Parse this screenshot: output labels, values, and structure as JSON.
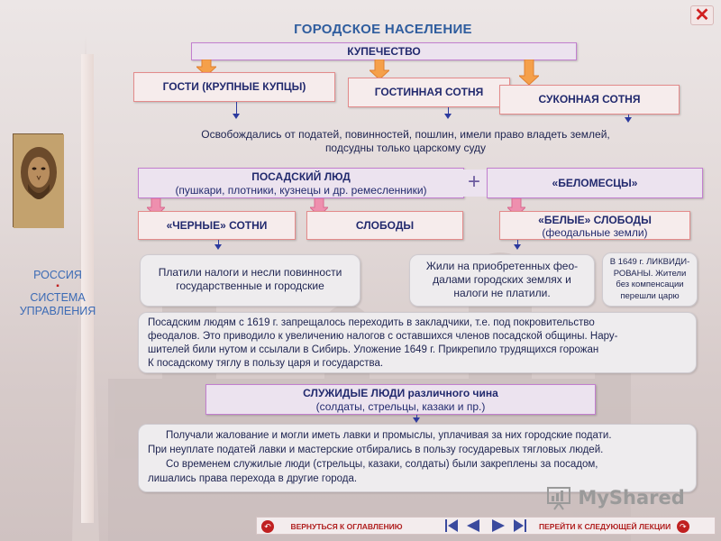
{
  "title": "ГОРОДСКОЕ НАСЕЛЕНИЕ",
  "close_label": "✕",
  "kupechestvo": "КУПЕЧЕСТВО",
  "gosti": "ГОСТИ (КРУПНЫЕ КУПЦЫ)",
  "gostinnaya": "ГОСТИННАЯ СОТНЯ",
  "sukonnaya": "СУКОННАЯ СОТНЯ",
  "merchant_privilege": {
    "line1": "Освобождались от податей, повинностей, пошлин, имели право владеть землей,",
    "line2": "подсудны только царскому суду"
  },
  "posad": {
    "title": "ПОСАДСКИЙ ЛЮД",
    "sub": "(пушкари, плотники, кузнецы и др. ремесленники)"
  },
  "plus": "+",
  "belomestsy": "«БЕЛОМЕСЦЫ»",
  "chernye": "«ЧЕРНЫЕ» СОТНИ",
  "slobody": "СЛОБОДЫ",
  "belye": {
    "title": "«БЕЛЫЕ» СЛОБОДЫ",
    "sub": "(феодальные земли)"
  },
  "paid_taxes": {
    "line1": "Платили налоги и несли повинности",
    "line2": "государственные и городские"
  },
  "lived_on": {
    "line1": "Жили на приобретенных фео-",
    "line2": "далами городских землях и",
    "line3": "налоги не платили."
  },
  "liquidated": {
    "line1": "В 1649 г. ЛИКВИДИ-",
    "line2": "РОВАНЫ. Жители",
    "line3": "без компенсации",
    "line4": "перешли царю"
  },
  "law_1619": {
    "line1": "Посадским людям  с 1619 г.  запрещалось переходить в закладчики,  т.е.   под  покровительство",
    "line2": "феодалов. Это приводило к увеличению налогов с оставшихся членов посадской общины. Нару-",
    "line3": "шителей били нутом и ссылали в Сибирь. Уложение 1649 г.  Прикрепило трудящихся горожан",
    "line4": "К посадскому тяглу в пользу царя и государства."
  },
  "sluzhilye": {
    "title": "СЛУЖИДЫЕ ЛЮДИ различного чина",
    "sub": "(солдаты, стрельцы, казаки и пр.)"
  },
  "service_people": {
    "line1": "Получали жалование и могли иметь лавки и промыслы, уплачивая за них городские подати.",
    "line2": "При неуплате податей лавки и мастерские отбирались в пользу государевых тягловых людей.",
    "line3": "Со временем  служилые люди  (стрельцы, казаки, солдаты)  были  закреплены  за посадом,",
    "line4": "лишались права перехода в другие города."
  },
  "sidebar": {
    "line1": "РОССИЯ",
    "bullet": "▪",
    "line2": "СИСТЕМА",
    "line3": "УПРАВЛЕНИЯ"
  },
  "footer": {
    "back_label": "ВЕРНУТЬСЯ К ОГЛАВЛЕНИЮ",
    "next_label": "ПЕРЕЙТИ К СЛЕДУЮЩЕЙ ЛЕКЦИИ"
  },
  "watermark": "MyShared",
  "colors": {
    "title": "#2f5d9e",
    "accent_red": "#d02020",
    "arrow_blue": "#2c3a9e",
    "orange_arrow": "#f5a04a",
    "pink_arrow": "#ee8fae"
  }
}
